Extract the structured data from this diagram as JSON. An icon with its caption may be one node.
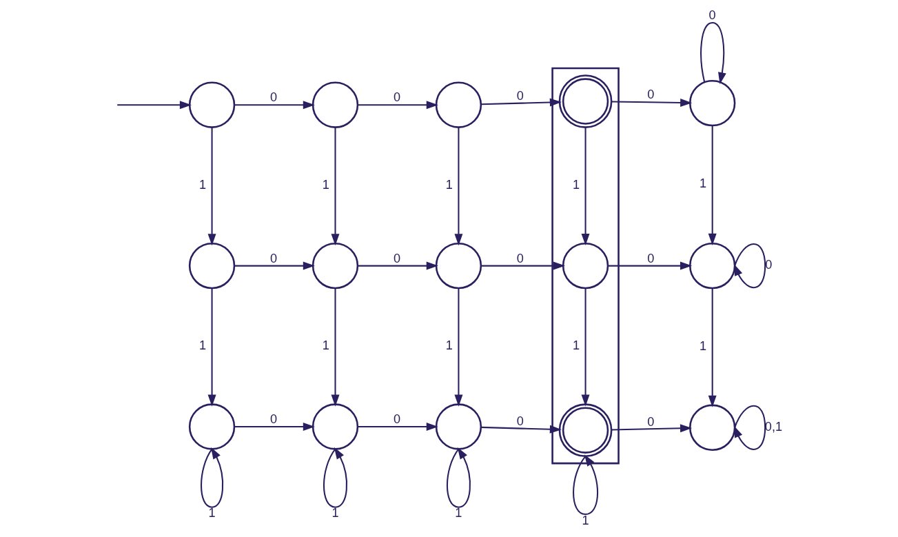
{
  "diagram": {
    "nodes": [
      {
        "text": [],
        "shape": "box"
      },
      {
        "text": [],
        "shape": "circle"
      },
      {
        "text": [],
        "shape": "circle"
      },
      {
        "text": [],
        "shape": "circle"
      },
      {
        "text": [],
        "shape": "doublecircle",
        "in": 0
      },
      {
        "text": [],
        "shape": "circle"
      },
      {
        "text": [],
        "shape": "circle"
      },
      {
        "text": [],
        "shape": "circle"
      },
      {
        "text": [],
        "shape": "circle"
      },
      {
        "text": [],
        "shape": "circle",
        "in": 0
      },
      {
        "text": [],
        "shape": "circle"
      },
      {
        "text": [],
        "shape": "circle"
      },
      {
        "text": [],
        "shape": "circle"
      },
      {
        "text": [],
        "shape": "circle"
      },
      {
        "text": [],
        "shape": "doublecircle",
        "in": 0
      },
      {
        "text": [],
        "shape": "circle"
      }
    ],
    "edges": [
      {
        "from": null,
        "to": 1,
        "arrow": "to"
      },
      {
        "from": 1,
        "to": 2,
        "arrow": "to",
        "label": "0"
      },
      {
        "from": 2,
        "to": 3,
        "arrow": "to",
        "label": "0"
      },
      {
        "from": 3,
        "to": 4,
        "arrow": "to",
        "label": "0"
      },
      {
        "from": 4,
        "to": 5,
        "arrow": "to",
        "label": "0"
      },
      {
        "from": 5,
        "to": 5,
        "arrow": "to",
        "label": "0"
      },
      {
        "from": 1,
        "to": 6,
        "arrow": "to",
        "label": "1"
      },
      {
        "from": 2,
        "to": 7,
        "arrow": "to",
        "label": "1"
      },
      {
        "from": 3,
        "to": 8,
        "arrow": "to",
        "label": "1"
      },
      {
        "from": 4,
        "to": 9,
        "arrow": "to",
        "label": "1"
      },
      {
        "from": 5,
        "to": 10,
        "arrow": "to",
        "label": "1"
      },
      {
        "from": 6,
        "to": 7,
        "arrow": "to",
        "label": "0"
      },
      {
        "from": 7,
        "to": 8,
        "arrow": "to",
        "label": "0"
      },
      {
        "from": 8,
        "to": 9,
        "arrow": "to",
        "label": "0"
      },
      {
        "from": 9,
        "to": 10,
        "arrow": "to",
        "label": "0"
      },
      {
        "from": 10,
        "to": 10,
        "arrow": "to",
        "label": "0"
      },
      {
        "from": 6,
        "to": 11,
        "arrow": "to",
        "label": "1"
      },
      {
        "from": 7,
        "to": 12,
        "arrow": "to",
        "label": "1"
      },
      {
        "from": 8,
        "to": 13,
        "arrow": "to",
        "label": "1"
      },
      {
        "from": 9,
        "to": 14,
        "arrow": "to",
        "label": "1"
      },
      {
        "from": 10,
        "to": 15,
        "arrow": "to",
        "label": "1"
      },
      {
        "from": 11,
        "to": 12,
        "arrow": "to",
        "label": "0"
      },
      {
        "from": 12,
        "to": 13,
        "arrow": "to",
        "label": "0"
      },
      {
        "from": 13,
        "to": 14,
        "arrow": "to",
        "label": "0"
      },
      {
        "from": 14,
        "to": 15,
        "arrow": "to",
        "label": "0"
      },
      {
        "from": 11,
        "to": 11,
        "arrow": "to",
        "label": "1"
      },
      {
        "from": 12,
        "to": 12,
        "arrow": "to",
        "label": "1"
      },
      {
        "from": 13,
        "to": 13,
        "arrow": "to",
        "label": "1"
      },
      {
        "from": 14,
        "to": 14,
        "arrow": "to",
        "label": "1"
      },
      {
        "from": 15,
        "to": 15,
        "arrow": "to",
        "label": "0,1"
      }
    ]
  }
}
